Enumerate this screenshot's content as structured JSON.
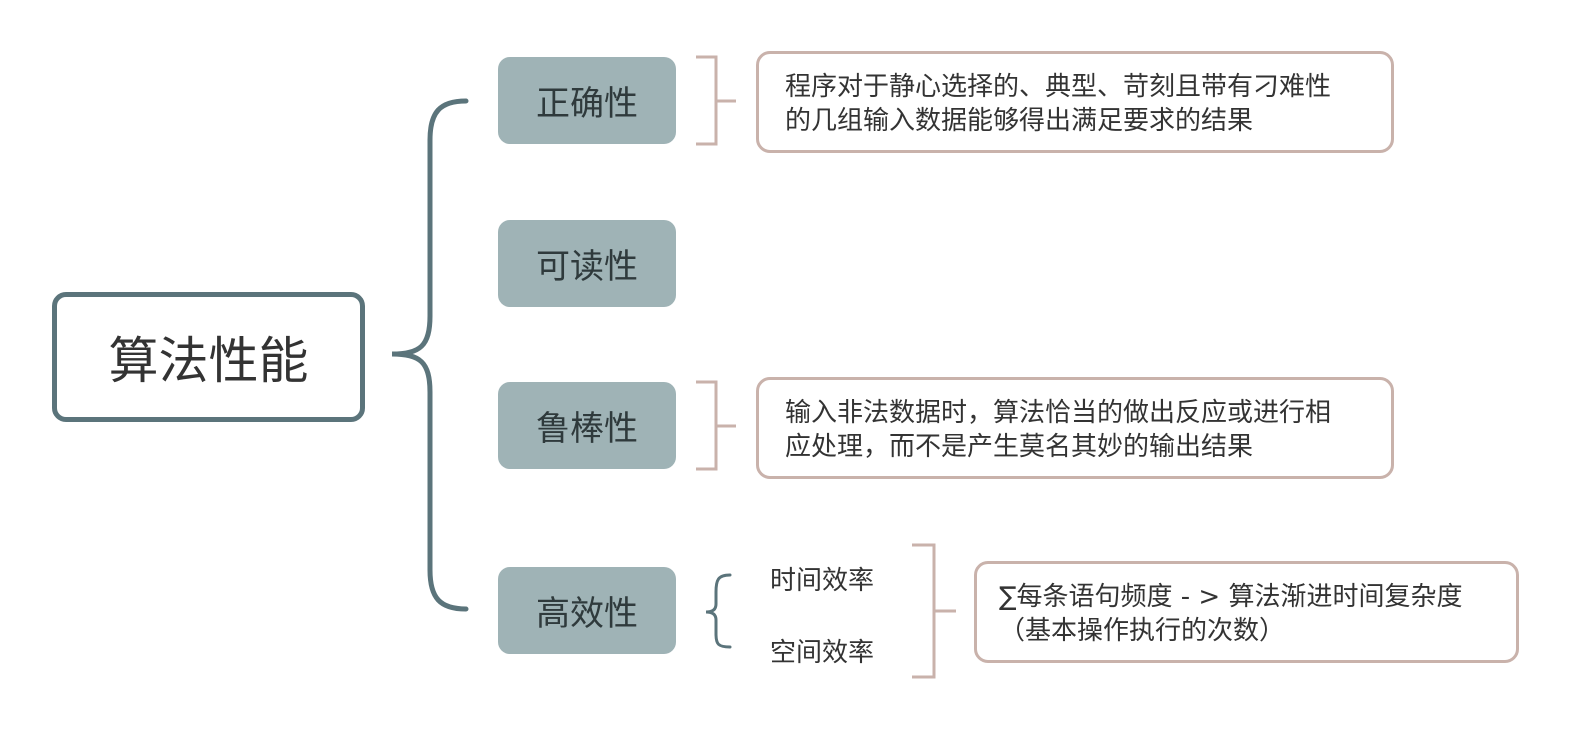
{
  "root": {
    "label": "算法性能"
  },
  "branches": [
    {
      "label": "正确性"
    },
    {
      "label": "可读性"
    },
    {
      "label": "鲁棒性"
    },
    {
      "label": "高效性"
    }
  ],
  "notes": {
    "correctness": {
      "line1": "程序对于静心选择的、典型、苛刻且带有刁难性",
      "line2": "的几组输入数据能够得出满足要求的结果"
    },
    "robustness": {
      "line1": "输入非法数据时，算法恰当的做出反应或进行相",
      "line2": "应处理，而不是产生莫名其妙的输出结果"
    },
    "efficiency": {
      "line1": "∑每条语句频度  - > 算法渐进时间复杂度",
      "line2": "（基本操作执行的次数）"
    }
  },
  "efficiency_children": [
    {
      "label": "时间效率"
    },
    {
      "label": "空间效率"
    }
  ],
  "colors": {
    "root_border": "#5b747b",
    "branch_fill": "#9fb3b6",
    "note_border": "#c9b2ab",
    "connector_main": "#5b747b",
    "connector_note": "#c9b2ab"
  }
}
